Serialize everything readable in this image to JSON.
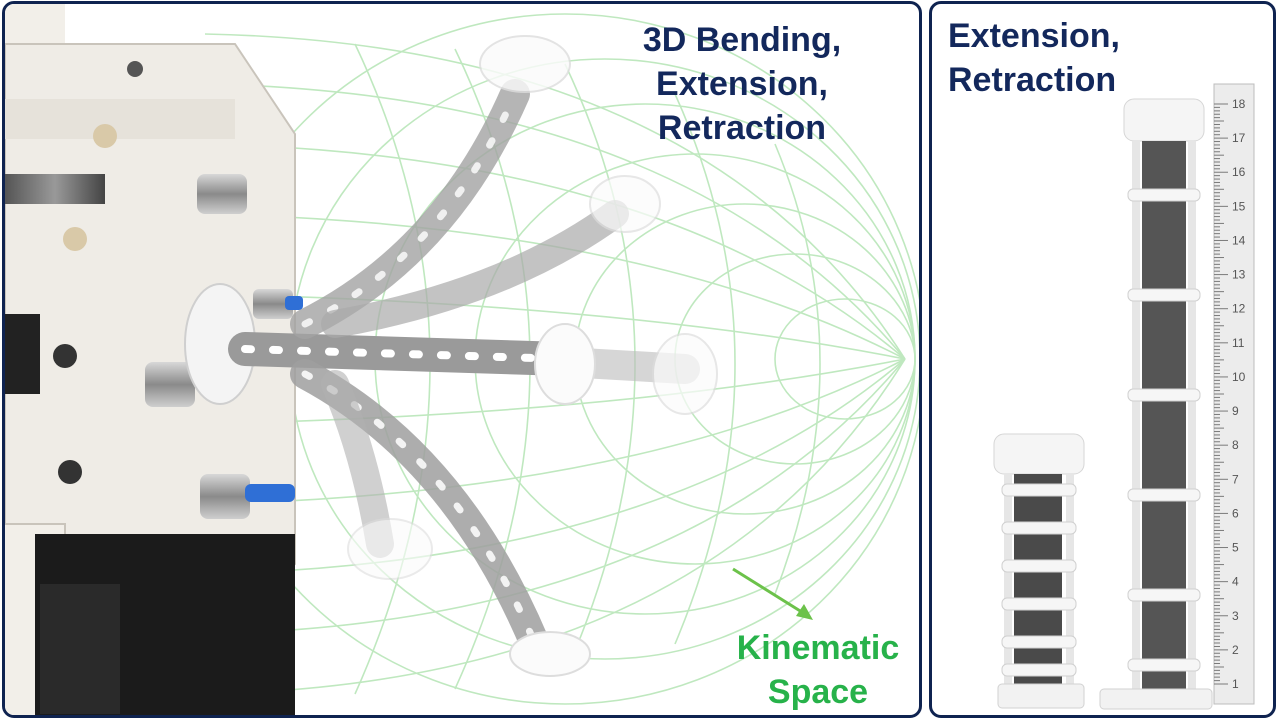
{
  "left_panel": {
    "title_lines": [
      "3D Bending,",
      "Extension,",
      "Retraction"
    ],
    "kinematic_label_lines": [
      "Kinematic",
      "Space"
    ]
  },
  "right_panel": {
    "title_lines": [
      "Extension,",
      "Retraction"
    ],
    "ruler_numbers": [
      "1",
      "2",
      "3",
      "4",
      "5",
      "6",
      "7",
      "8",
      "9",
      "10",
      "11",
      "12",
      "13",
      "14",
      "15",
      "16",
      "17",
      "18"
    ]
  },
  "colors": {
    "border": "#0f2350",
    "title_text": "#13285c",
    "kinematic_green": "#27b24a",
    "mesh_green": "#a9e0a9"
  }
}
